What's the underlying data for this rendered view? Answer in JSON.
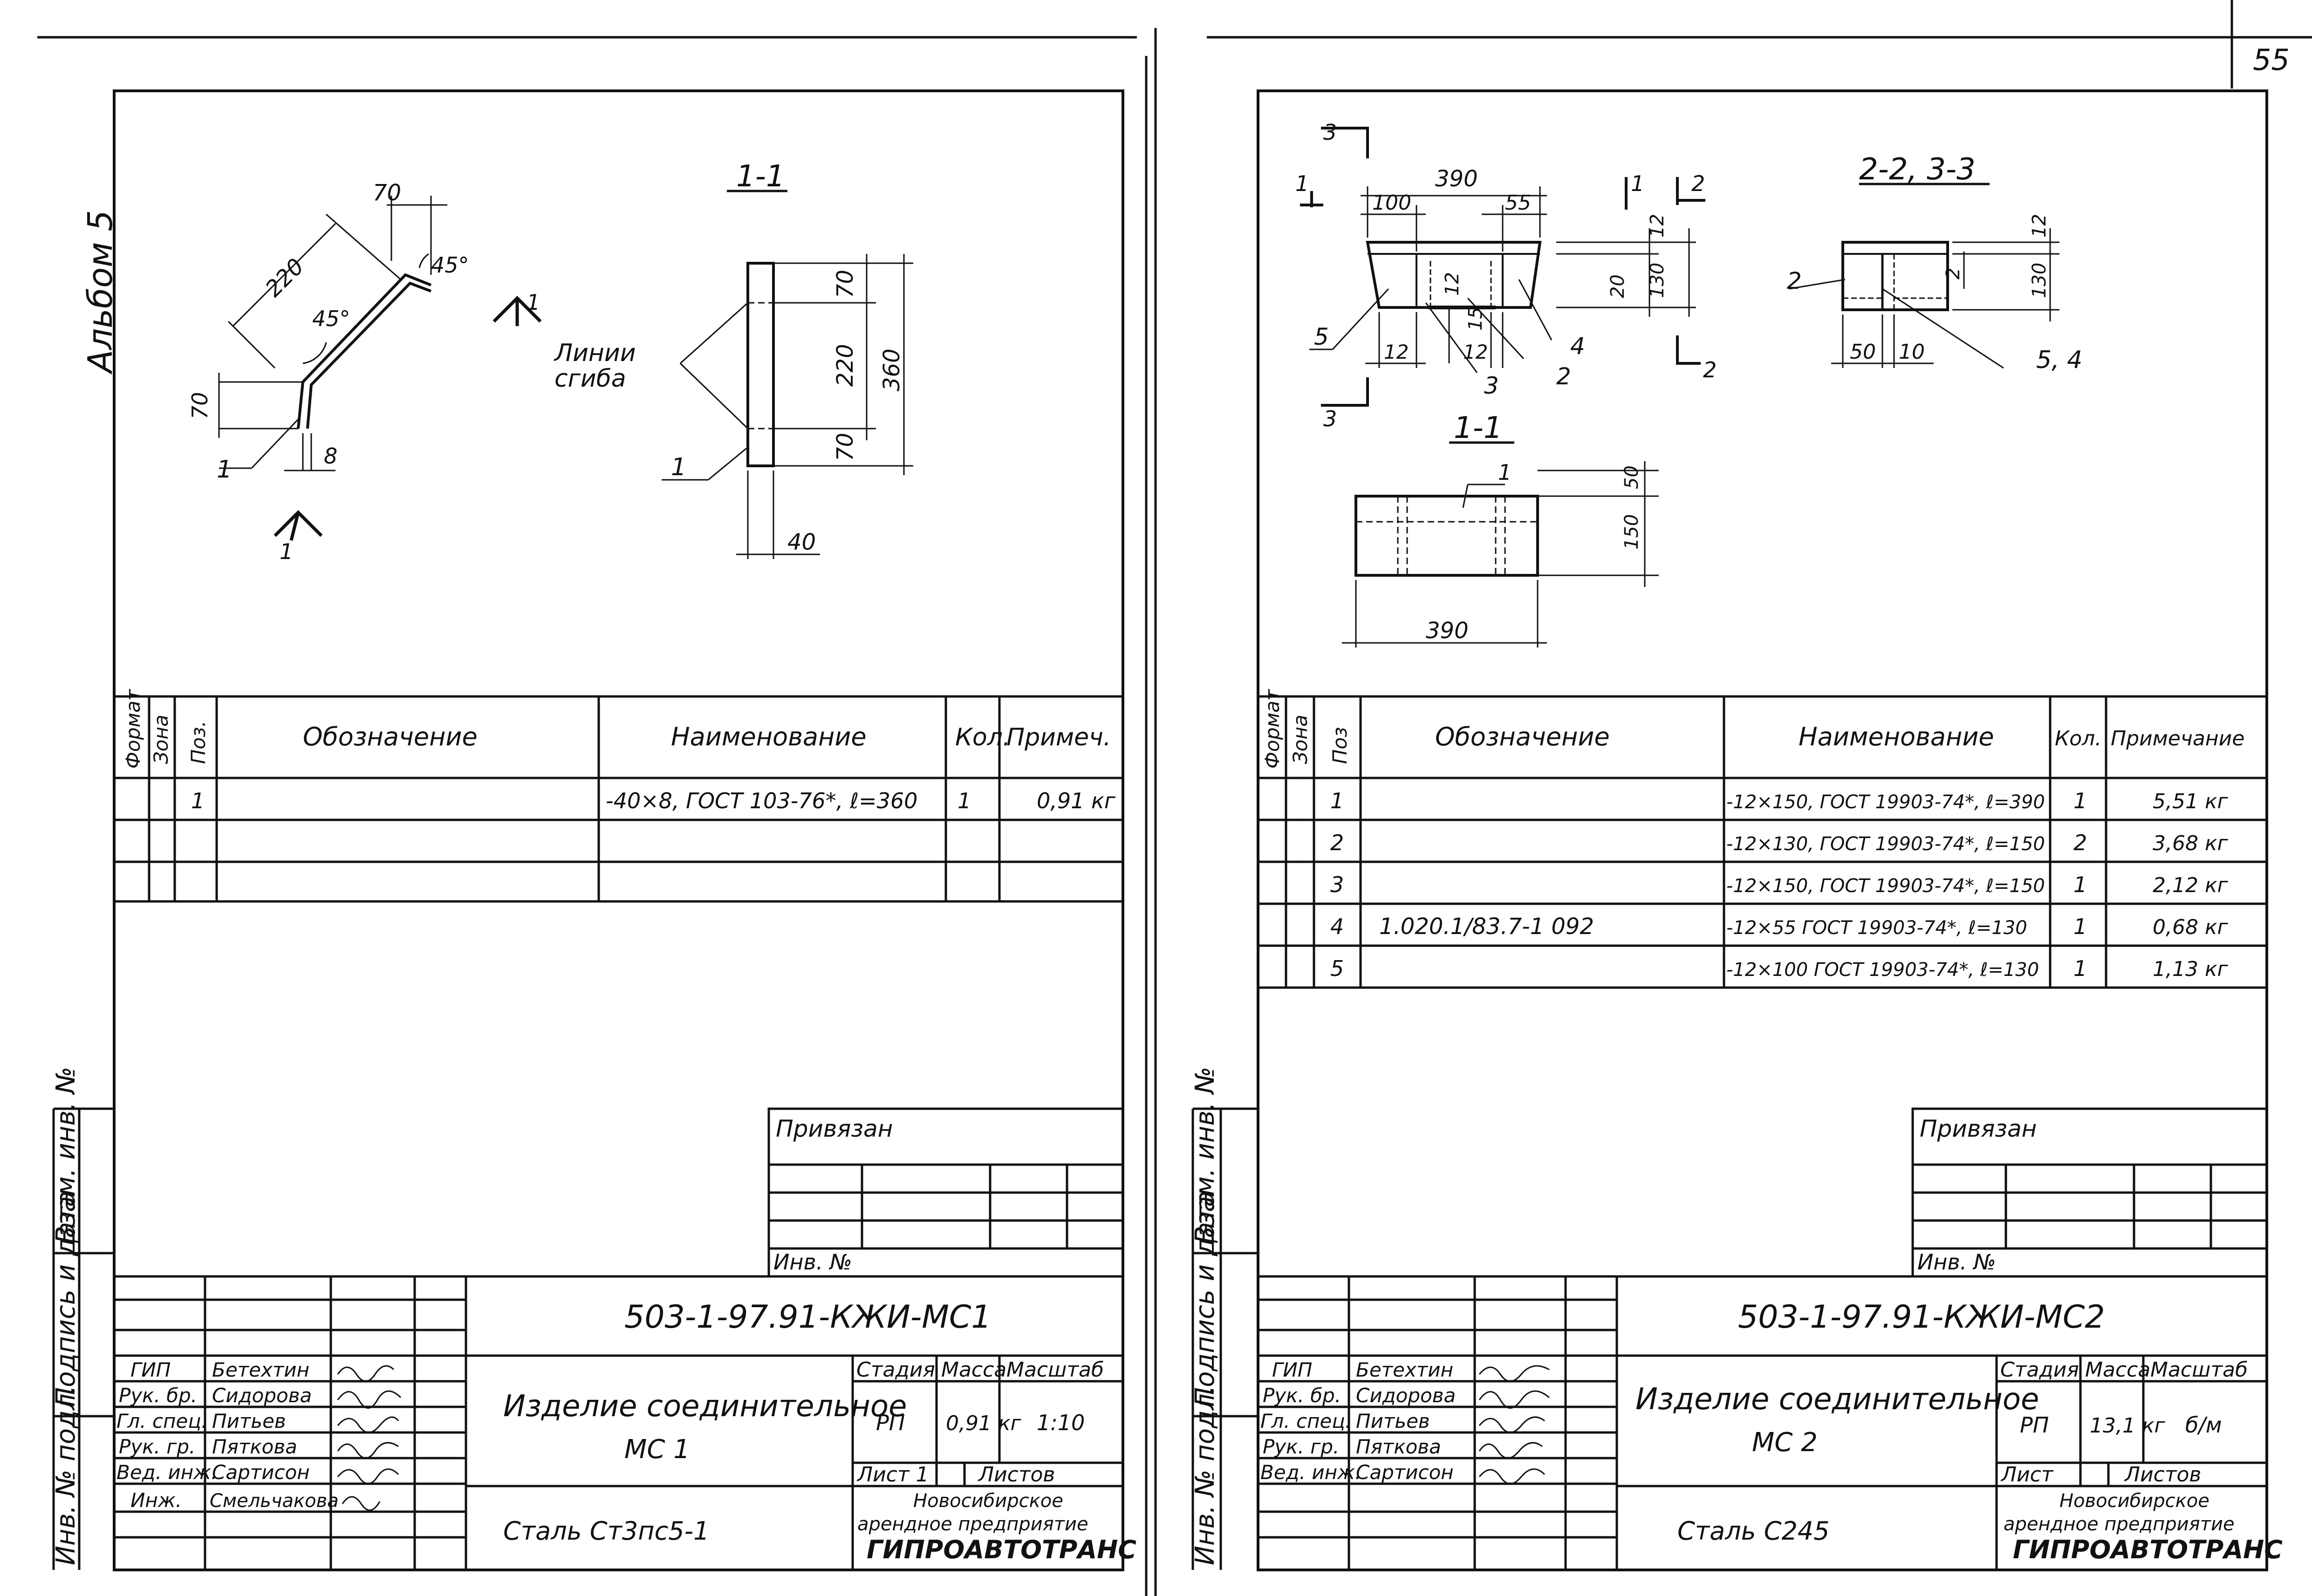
{
  "page_number": "55",
  "album_label": "Альбом 5",
  "side_stamps": {
    "vzam_inv": "Взам. инв. №",
    "podpis_data": "Подпись и дата",
    "inv_podl": "Инв. № подл."
  },
  "sheet1": {
    "drawing": {
      "section_label": "1-1",
      "dim_70_top": "70",
      "dim_220_diag": "220",
      "angle_45_top": "45°",
      "angle_45_mid": "45°",
      "dim_70_left": "70",
      "dim_8": "8",
      "pos_1_left": "1",
      "cut_mark_top": "1",
      "cut_mark_bottom": "1",
      "bend_lines_label_1": "Линии",
      "bend_lines_label_2": "сгиба",
      "dim_70_a": "70",
      "dim_220": "220",
      "dim_70_b": "70",
      "dim_360": "360",
      "dim_40": "40",
      "pos_1_right": "1"
    },
    "spec_table": {
      "headers": [
        "Формат",
        "Зона",
        "Поз.",
        "Обозначение",
        "Наименование",
        "Кол.",
        "Примеч."
      ],
      "rows": [
        {
          "pos": "1",
          "designation": "",
          "name": "-40×8, ГОСТ 103-76*,   ℓ=360",
          "qty": "1",
          "note": "0,91 кг"
        },
        {
          "pos": "",
          "designation": "",
          "name": "",
          "qty": "",
          "note": ""
        },
        {
          "pos": "",
          "designation": "",
          "name": "",
          "qty": "",
          "note": ""
        }
      ]
    },
    "privyazan": "Привязан",
    "inv_no": "Инв. №",
    "title_block": {
      "code": "503-1-97.91-КЖИ-МС1",
      "roles": [
        "ГИП",
        "Рук. бр.",
        "Гл. спец.",
        "Рук. гр.",
        "Вед. инж.",
        "Инж."
      ],
      "names": [
        "Бетехтин",
        "Сидорова",
        "Питьев",
        "Пяткова",
        "Сартисон",
        "Смельчакова"
      ],
      "item_name": "Изделие соединительное",
      "item_code": "МС 1",
      "stage_h": "Стадия",
      "mass_h": "Масса",
      "scale_h": "Масштаб",
      "stage": "РП",
      "mass": "0,91 кг",
      "scale": "1:10",
      "sheet": "Лист 1",
      "sheets": "Листов",
      "material": "Сталь Ст3пс5-1",
      "org_1": "Новосибирское",
      "org_2": "арендное предприятие",
      "org_3": "ГИПРОАВТОТРАНС"
    }
  },
  "sheet2": {
    "drawing": {
      "dim_390_top": "390",
      "dim_100": "100",
      "dim_55": "55",
      "dim_12_a": "12",
      "dim_20": "20",
      "dim_130": "130",
      "dim_12_inner": "12",
      "dim_15": "15",
      "dim_12_b": "12",
      "pos_5": "5",
      "pos_3": "3",
      "pos_2": "2",
      "pos_4": "4",
      "cut_3_top": "3",
      "cut_3_bottom": "3",
      "cut_1": "1",
      "cut_1b": "1",
      "cut_2_top": "2",
      "cut_2_bottom": "2",
      "section_22_33": "2-2, 3-3",
      "sec_pos_2": "2",
      "sec_dim_12": "12",
      "sec_dim_2": "2",
      "sec_dim_130": "130",
      "sec_dim_50": "50",
      "sec_dim_10": "10",
      "sec_pos_54": "5, 4",
      "section_11": "1-1",
      "pos_1_plan": "1",
      "dim_50": "50",
      "dim_150": "150",
      "dim_390_bottom": "390"
    },
    "spec_table": {
      "headers": [
        "Формат",
        "Зона",
        "Поз",
        "Обозначение",
        "Наименование",
        "Кол.",
        "Примечание"
      ],
      "rows": [
        {
          "pos": "1",
          "designation": "",
          "name": "-12×150, ГОСТ 19903-74*,  ℓ=390",
          "qty": "1",
          "note": "5,51 кг"
        },
        {
          "pos": "2",
          "designation": "",
          "name": "-12×130, ГОСТ 19903-74*,  ℓ=150",
          "qty": "2",
          "note": "3,68 кг"
        },
        {
          "pos": "3",
          "designation": "",
          "name": "-12×150, ГОСТ 19903-74*,  ℓ=150",
          "qty": "1",
          "note": "2,12 кг"
        },
        {
          "pos": "4",
          "designation": "1.020.1/83.7-1 092",
          "name": "-12×55   ГОСТ 19903-74*, ℓ=130",
          "qty": "1",
          "note": "0,68 кг"
        },
        {
          "pos": "5",
          "designation": "",
          "name": "-12×100   ГОСТ 19903-74*, ℓ=130",
          "qty": "1",
          "note": "1,13 кг"
        }
      ]
    },
    "privyazan": "Привязан",
    "inv_no": "Инв. №",
    "title_block": {
      "code": "503-1-97.91-КЖИ-МС2",
      "roles": [
        "ГИП",
        "Рук. бр.",
        "Гл. спец.",
        "Рук. гр.",
        "Вед. инж."
      ],
      "names": [
        "Бетехтин",
        "Сидорова",
        "Питьев",
        "Пяткова",
        "Сартисон"
      ],
      "item_name": "Изделие соединительное",
      "item_code": "МС 2",
      "stage_h": "Стадия",
      "mass_h": "Масса",
      "scale_h": "Масштаб",
      "stage": "РП",
      "mass": "13,1 кг",
      "scale": "б/м",
      "sheet": "Лист",
      "sheets": "Листов",
      "material": "Сталь   С245",
      "org_1": "Новосибирское",
      "org_2": "арендное предприятие",
      "org_3": "ГИПРОАВТОТРАНС"
    }
  }
}
